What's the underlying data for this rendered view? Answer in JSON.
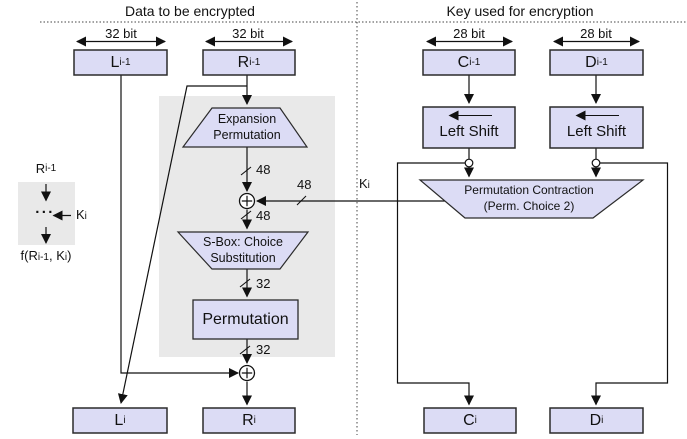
{
  "header": {
    "left_title": "Data to be encrypted",
    "right_title": "Key used for encryption"
  },
  "bus_widths": {
    "l_prev": "32 bit",
    "r_prev": "32 bit",
    "c_prev": "28 bit",
    "d_prev": "28 bit"
  },
  "registers": {
    "l_prev": {
      "base": "L",
      "sub": "i-1"
    },
    "r_prev": {
      "base": "R",
      "sub": "i-1"
    },
    "c_prev": {
      "base": "C",
      "sub": "i-1"
    },
    "d_prev": {
      "base": "D",
      "sub": "i-1"
    },
    "l_next": {
      "base": "L",
      "sub": "i"
    },
    "r_next": {
      "base": "R",
      "sub": "i"
    },
    "c_next": {
      "base": "C",
      "sub": "i"
    },
    "d_next": {
      "base": "D",
      "sub": "i"
    }
  },
  "blocks": {
    "left_shift_1": "Left Shift",
    "left_shift_2": "Left Shift",
    "permutation": "Permutation",
    "expansion": {
      "line1": "Expansion",
      "line2": "Permutation"
    },
    "sbox": {
      "line1": "S-Box: Choice",
      "line2": "Substitution"
    },
    "perm_choice2": {
      "line1": "Permutation Contraction",
      "line2": "(Perm. Choice 2)"
    }
  },
  "wire_labels": {
    "w48_expansion": "48",
    "w48_key": "48",
    "w48_xor_out": "48",
    "w32_sbox_out": "32",
    "w32_perm_out": "32",
    "key": {
      "base": "K",
      "sub": "i"
    }
  },
  "legend": {
    "input": {
      "base": "R",
      "sub": "i-1"
    },
    "dots": "···",
    "key": {
      "base": "K",
      "sub": "i"
    },
    "output": {
      "p1": "f(R",
      "s1": "i-1",
      "p2": ", K",
      "s2": "i",
      "p3": ")"
    }
  },
  "icons": {
    "xor_upper": "xor-circle-plus",
    "xor_lower": "xor-circle-plus",
    "branch_left": "branch-node",
    "branch_right": "branch-node"
  },
  "colors": {
    "box_fill": "#dcdcf5",
    "box_border": "#2b2b2b",
    "panel_gray": "#e9e9e9",
    "wire": "#111111"
  }
}
